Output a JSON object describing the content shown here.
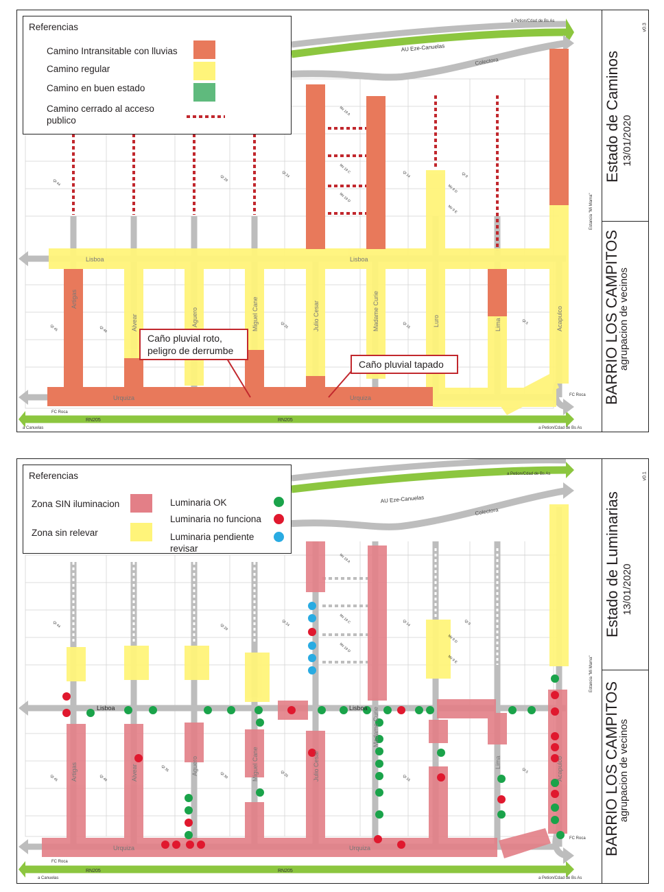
{
  "colors": {
    "intransitable": "#e8795b",
    "regular": "#fff47a",
    "buen_estado": "#5fba7d",
    "cerrado": "#c1272d",
    "sin_iluminacion": "#e37f87",
    "sin_relevar": "#fff47a",
    "luminaria_ok": "#1aa34a",
    "luminaria_no_funciona": "#e0182e",
    "luminaria_pendiente": "#29abe2",
    "road_gray": "#bdbdbd",
    "highway_green": "#8cc63f"
  },
  "panels": [
    {
      "title": "Estado de Caminos",
      "date": "13/01/2020",
      "version": "v0.3",
      "barrio": "BARRIO LOS CAMPITOS",
      "subtitle": "agrupacion de vecinos",
      "legend": {
        "title": "Referencias",
        "items": [
          "Camino Intransitable con lluvias",
          "Camino regular",
          "Camino en buen estado",
          "Camino cerrado al acceso publico"
        ]
      },
      "callouts": [
        "Caño pluvial roto, peligro de derrumbe",
        "Caño pluvial tapado"
      ]
    },
    {
      "title": "Estado de Luminarias",
      "date": "13/01/2020",
      "version": "v0.1",
      "barrio": "BARRIO LOS CAMPITOS",
      "subtitle": "agrupacion de vecinos",
      "legend": {
        "title": "Referencias",
        "zones": [
          "Zona SIN iluminacion",
          "Zona sin relevar"
        ],
        "lamps": [
          "Luminaria OK",
          "Luminaria no funciona",
          "Luminaria pendiente revisar"
        ]
      }
    }
  ],
  "map_labels": {
    "highway_top": "AU Eze-Canuelas",
    "colectora": "Colectora",
    "rn205": "RN205",
    "petion_top": "a Petion/Cdad de Bs As",
    "petion_bottom": "a Petion/Cdad de Bs As",
    "canuelas": "a Canuelas",
    "fc_roca": "FC Roca",
    "estancia": "Estancia \"Mi Mama\"",
    "lisboa": "Lisboa",
    "urquiza": "Urquiza",
    "streets": [
      "Artigas",
      "Alvear",
      "Aguero",
      "Miguel Cane",
      "Julio Cesar",
      "Madame Curie",
      "Luro",
      "Lima",
      "Acapulco"
    ],
    "lots_upper": [
      "Qt 44",
      "Qt 29",
      "Qt 24",
      "Qt 14",
      "Qt 9"
    ],
    "lots_lower": [
      "Qt 45",
      "Qt 40",
      "Qt 35",
      "Qt 30",
      "Qt 25",
      "Qt 15",
      "Qt 5"
    ],
    "mz_labels": [
      "Mz 19 A",
      "Mz 19 C",
      "Mz 19 D",
      "Mz 9 D",
      "Mz 9 E"
    ]
  }
}
